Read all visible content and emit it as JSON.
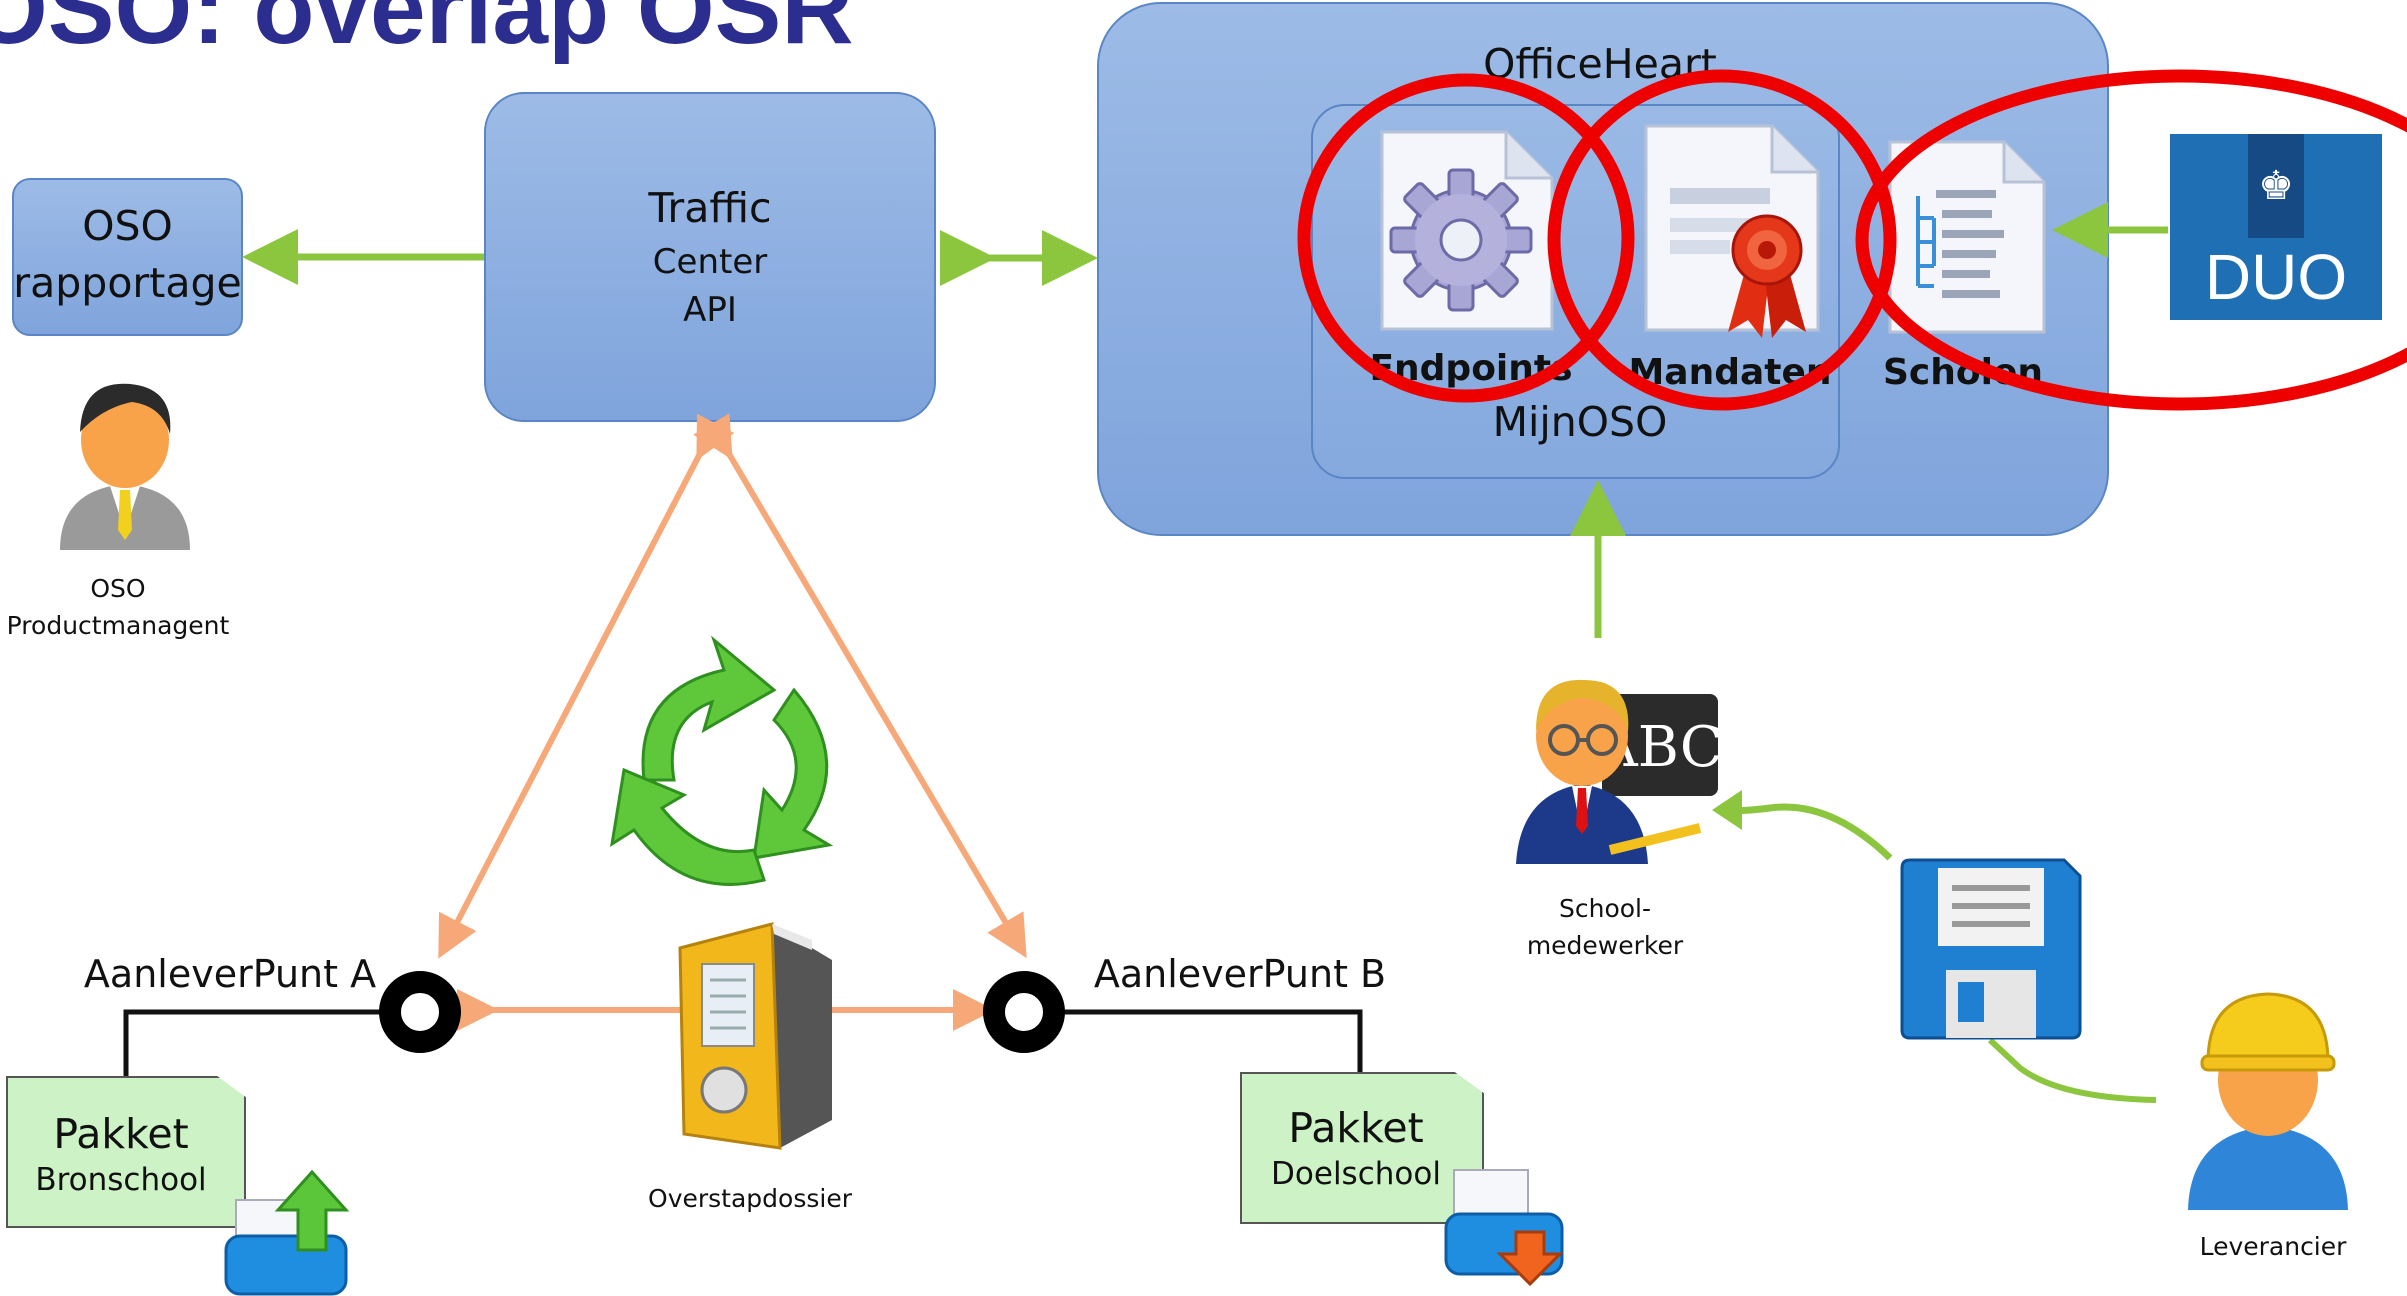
{
  "title": "OSO: overlap OSR",
  "oso_rapportage": "OSO rapportage",
  "traffic_center": [
    "Traffic",
    "Center",
    "API"
  ],
  "officeheart": "OfficeHeart",
  "mijnoso": "MijnOSO",
  "endpoints": "Endpoints",
  "mandaten": "Mandaten",
  "scholen": "Scholen",
  "duo": "DUO",
  "oso_productmanagent": [
    "OSO",
    "Productmanagent"
  ],
  "school_medewerker": [
    "School-",
    "medewerker"
  ],
  "leverancier": "Leverancier",
  "aanleverpunt_a": "AanleverPunt A",
  "aanleverpunt_b": "AanleverPunt B",
  "pakket_bron": [
    "Pakket",
    "Bronschool"
  ],
  "pakket_doel": [
    "Pakket",
    "Doelschool"
  ],
  "overstapdossier": "Overstapdossier",
  "abc": "ABC",
  "colors": {
    "green_arrow": "#8cc63f",
    "orange_arrow": "#f7a878",
    "red_circle": "#ee0000",
    "box_blue": "#8fb1e2",
    "title": "#2b2d8f"
  }
}
